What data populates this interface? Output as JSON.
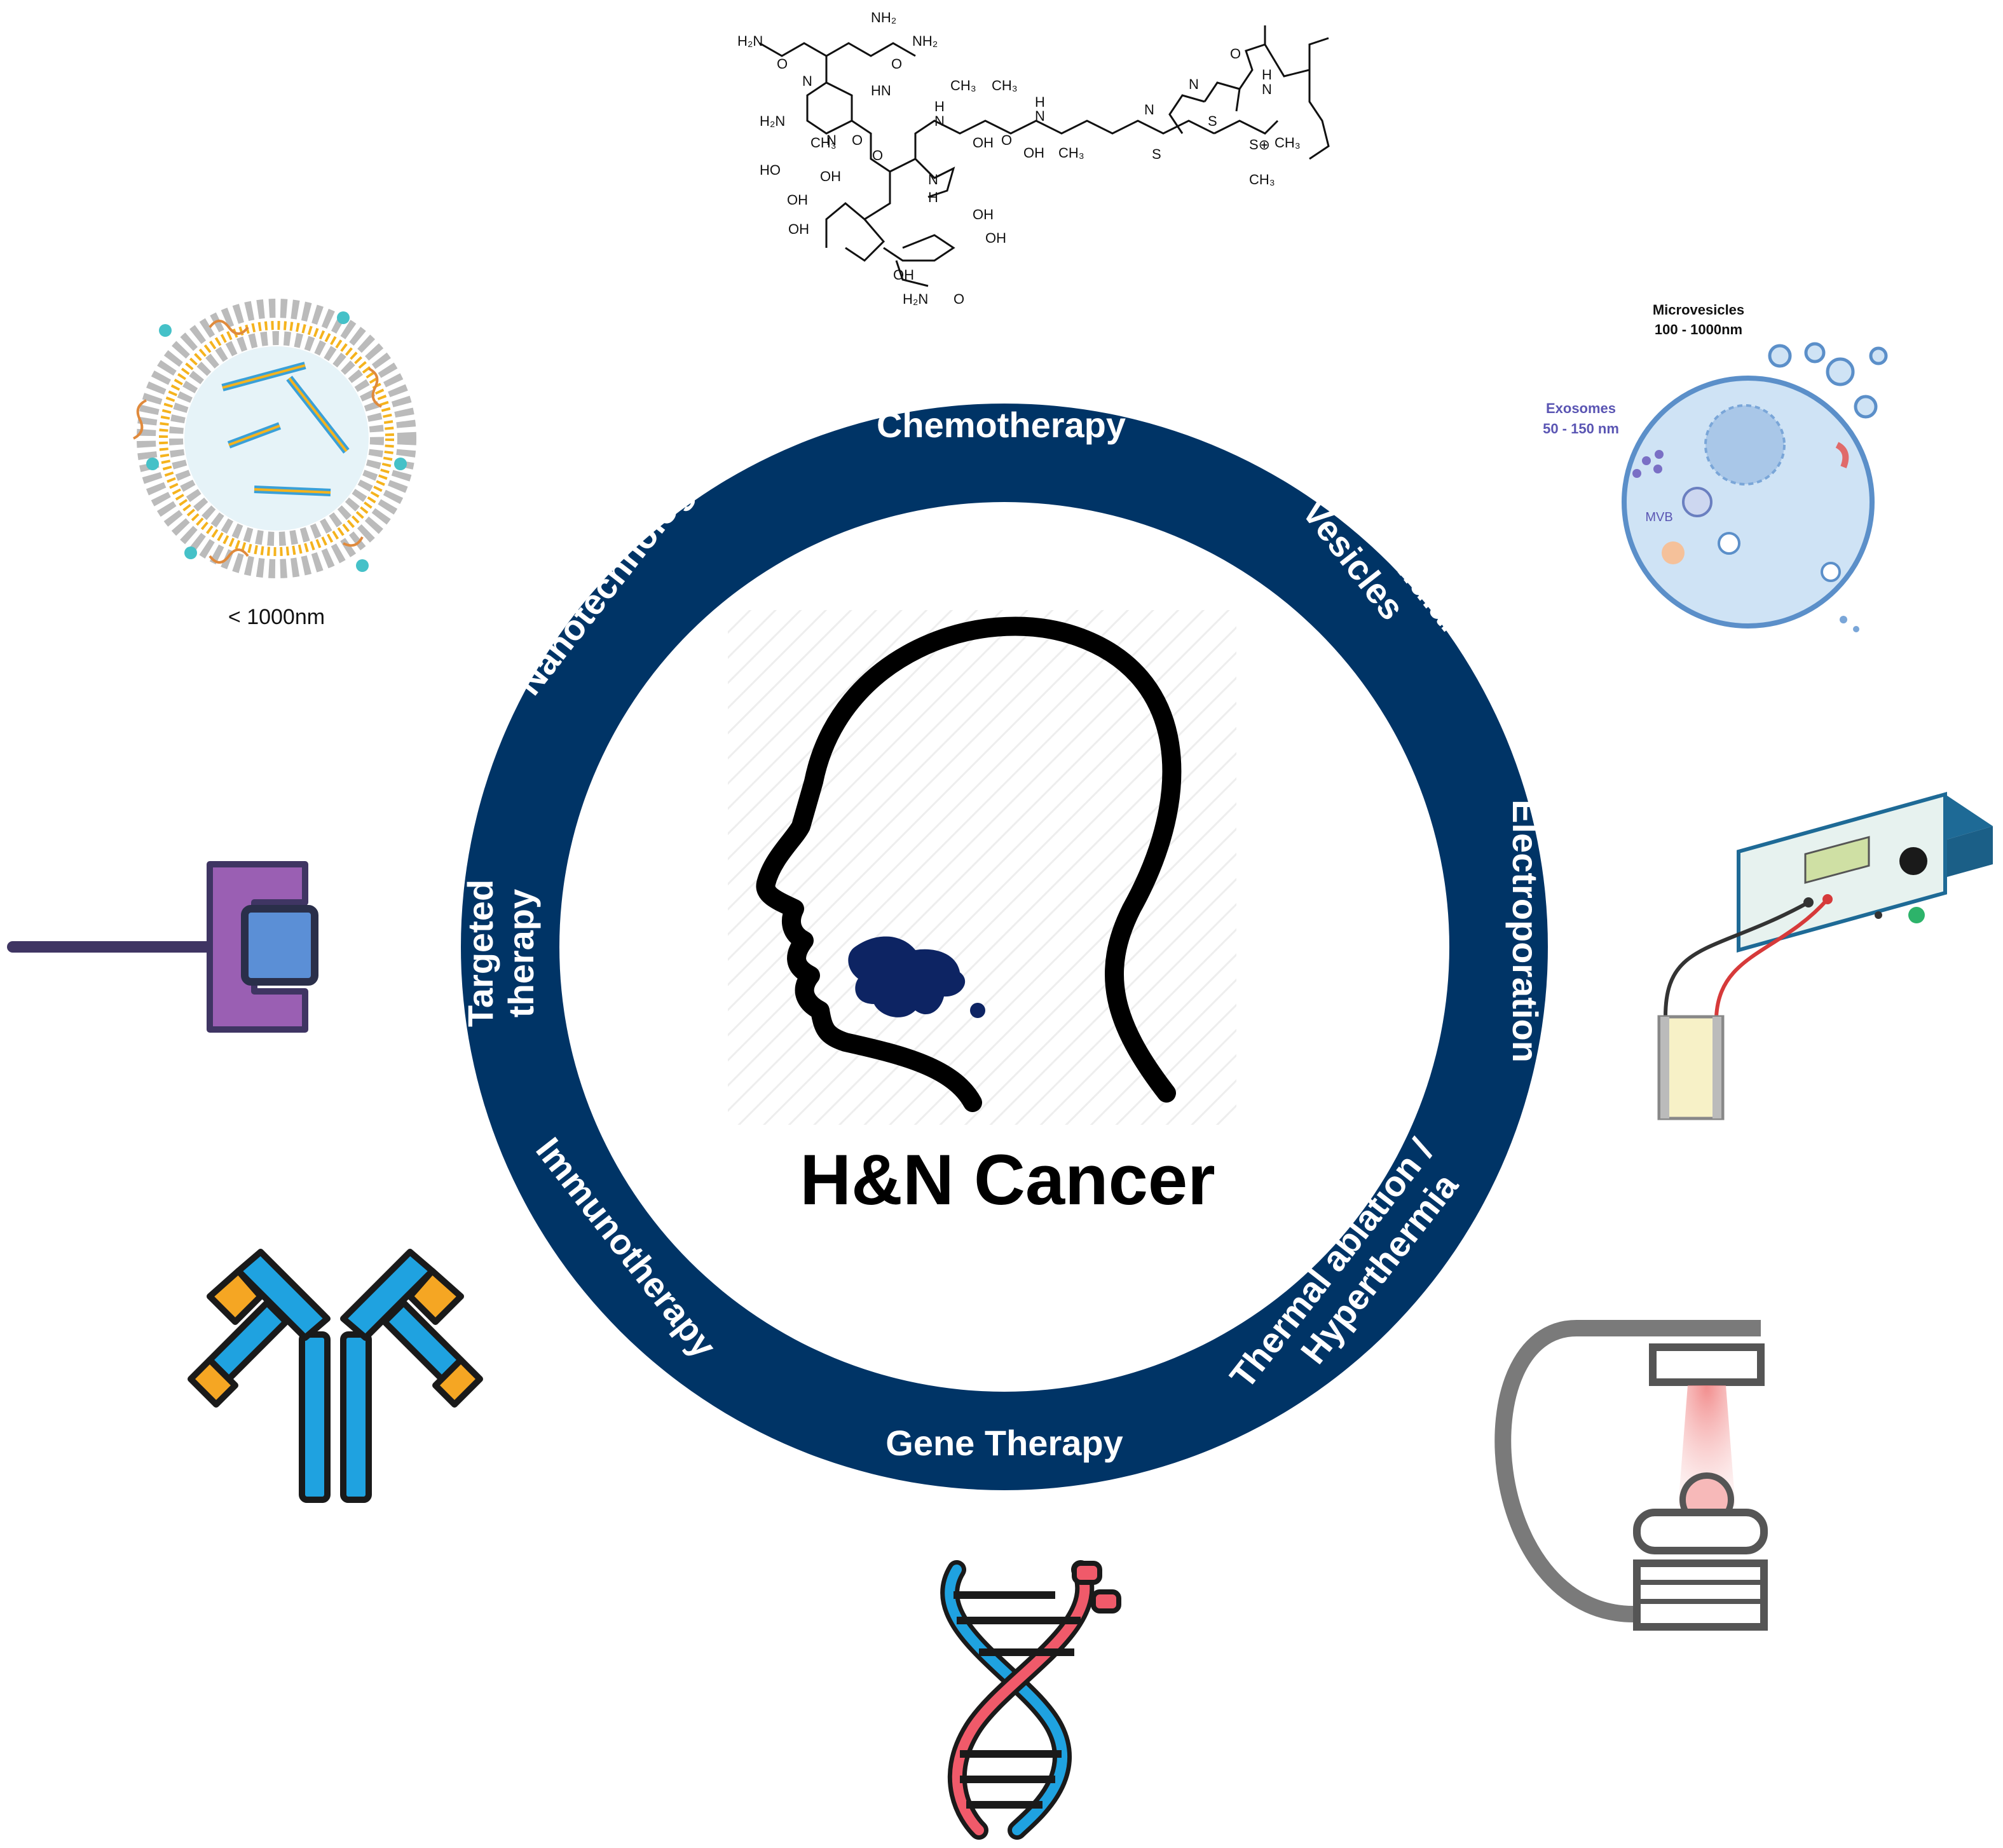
{
  "center": {
    "title": "H&N Cancer"
  },
  "ring_labels": {
    "chemotherapy": "Chemotherapy",
    "ev_line1": "Extracellular",
    "ev_line2": "Vesicles",
    "electroporation": "Electroporation",
    "thermal_line1": "Thermal ablation /",
    "thermal_line2": "Hyperthermia",
    "gene_therapy": "Gene Therapy",
    "immunotherapy": "Immunotherapy",
    "targeted_line1": "Targeted",
    "targeted_line2": "therapy",
    "nanotechnology": "Nanotechnology"
  },
  "nanoparticle": {
    "size_label": "< 1000nm"
  },
  "vesicles": {
    "microvesicles_title": "Microvesicles",
    "microvesicles_size": "100 - 1000nm",
    "exosomes_title": "Exosomes",
    "exosomes_size": "50 - 150 nm",
    "mvb_label": "MVB"
  },
  "chem_labels": {
    "h2n_a": "H₂N",
    "nh2_a": "NH₂",
    "nh2_b": "NH₂",
    "o_a": "O",
    "o_b": "O",
    "h2n_b": "H₂N",
    "n_a": "N",
    "n_b": "N",
    "ch3_a": "CH₃",
    "hn_a": "HN",
    "o_c": "O",
    "h_a": "H",
    "n_c": "N",
    "ch3_b": "CH₃",
    "ch3_c": "CH₃",
    "oh_a": "OH",
    "o_d": "O",
    "h_b": "H",
    "n_d": "N",
    "oh_b": "OH",
    "ch3_d": "CH₃",
    "n_e": "N",
    "s_a": "S",
    "n_f": "N",
    "s_b": "S",
    "o_e": "O",
    "h_c": "H",
    "n_g": "N",
    "s_plus": "S⊕",
    "ch3_e": "CH₃",
    "ch3_f": "CH₃",
    "ho_a": "HO",
    "oh_c": "OH",
    "oh_d": "OH",
    "oh_e": "OH",
    "o_f": "O",
    "n_h": "N",
    "h_d": "H",
    "oh_f": "OH",
    "oh_g": "OH",
    "oh_h": "OH",
    "h2n_c": "H₂N",
    "o_g": "O"
  },
  "colors": {
    "ring": "#003466",
    "tumor": "#0d2463",
    "dna_red": "#f05a6a",
    "dna_blue": "#1fa2e0"
  }
}
